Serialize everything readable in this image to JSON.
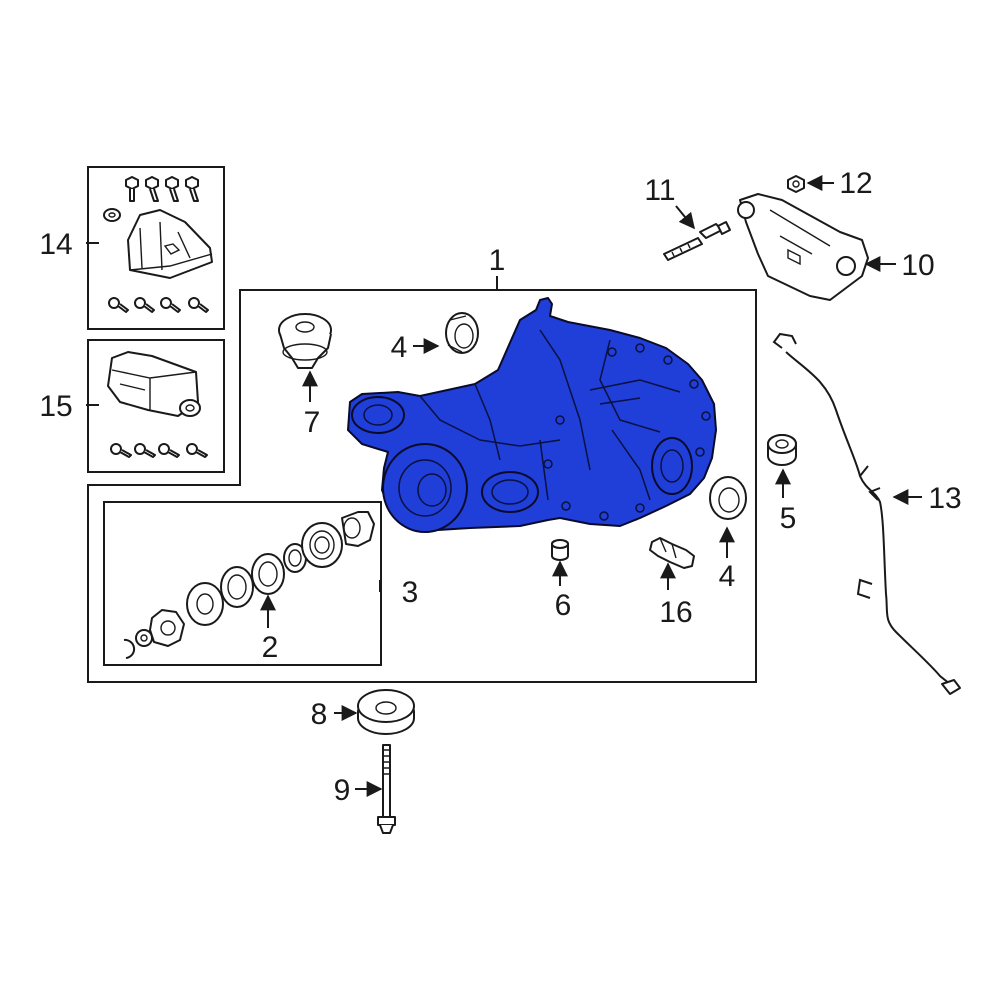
{
  "colors": {
    "highlight": "#1f3fd8",
    "line": "#1a1a1a",
    "background": "#ffffff"
  },
  "callouts": {
    "c1": "1",
    "c2": "2",
    "c3": "3",
    "c4a": "4",
    "c4b": "4",
    "c5": "5",
    "c6": "6",
    "c7": "7",
    "c8": "8",
    "c9": "9",
    "c10": "10",
    "c11": "11",
    "c12": "12",
    "c13": "13",
    "c14": "14",
    "c15": "15",
    "c16": "16"
  }
}
